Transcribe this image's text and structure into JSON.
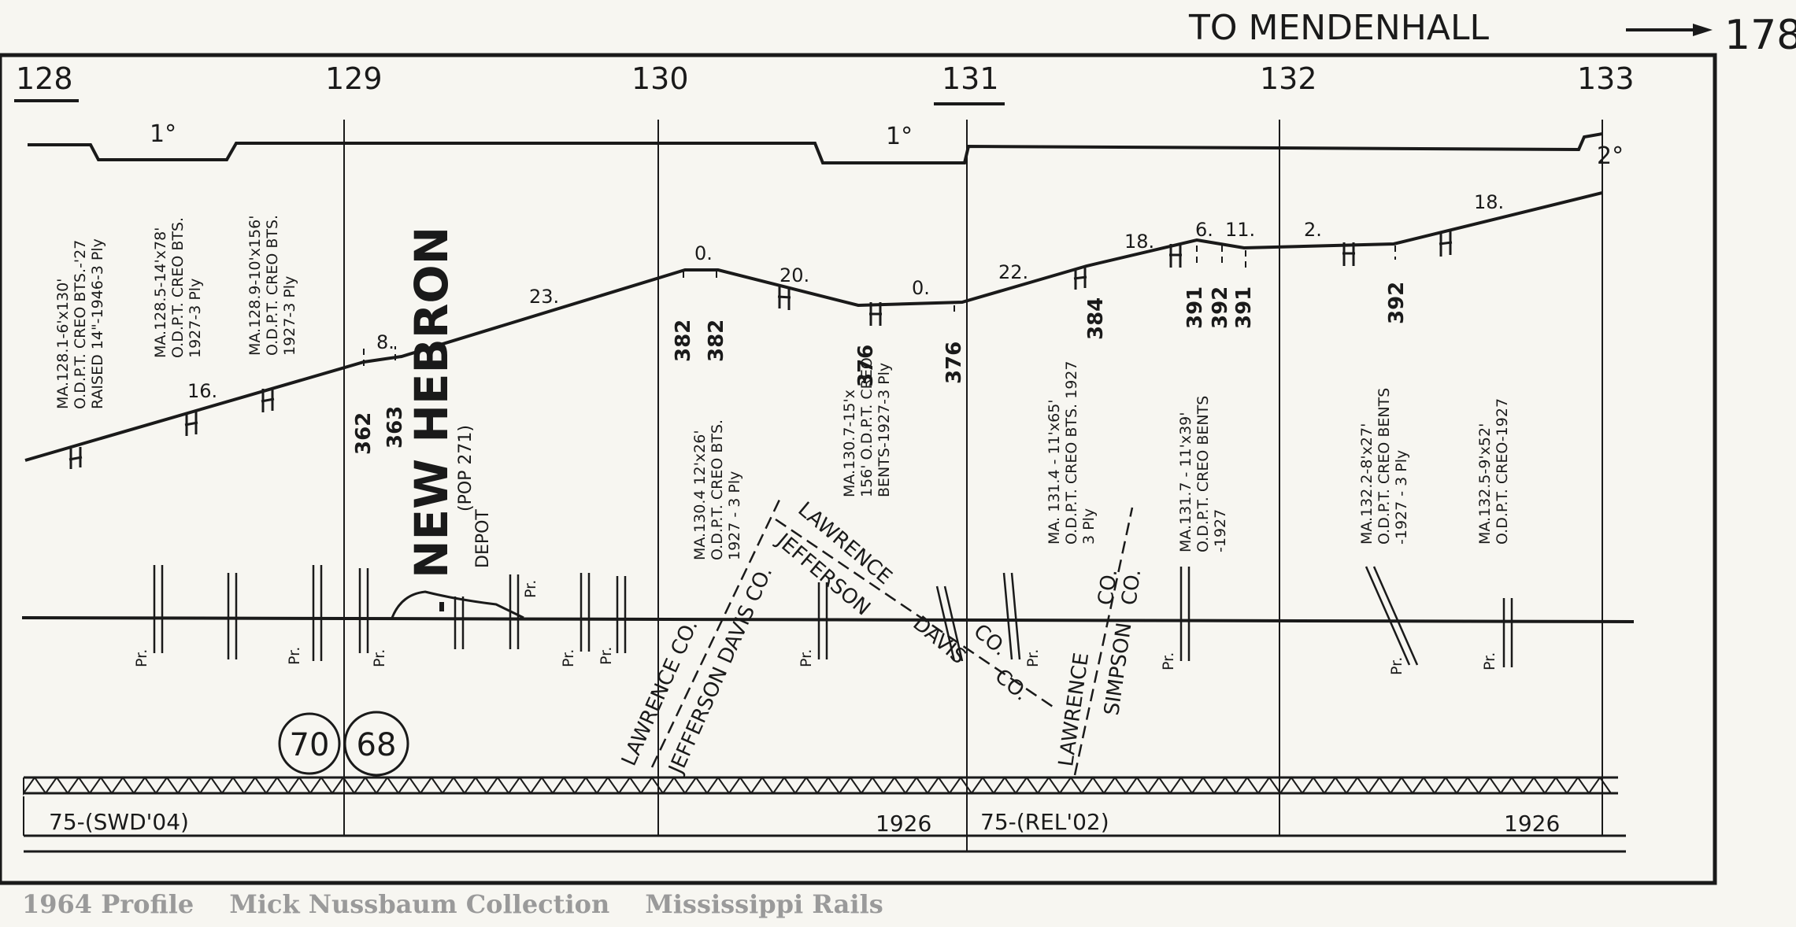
{
  "header": {
    "direction_label": "TO MENDENHALL",
    "arrow_number": "178"
  },
  "mileposts": [
    "128",
    "129",
    "130",
    "131",
    "132",
    "133"
  ],
  "curvature": {
    "c1": "1°",
    "c2": "1°",
    "c3": "2°"
  },
  "grades": {
    "g1": "16.",
    "g2": "8.",
    "g3": "23.",
    "g4": "0.",
    "g5": "20.",
    "g6": "0.",
    "g7": "22.",
    "g8": "18.",
    "g9": "6.",
    "g10": "11.",
    "g11": "2.",
    "g12": "18."
  },
  "elevations": {
    "e1": "362",
    "e2": "363",
    "e3": "382",
    "e4": "382",
    "e5": "376",
    "e6": "376",
    "e7": "384",
    "e8": "391",
    "e9": "392",
    "e10": "391",
    "e11": "392"
  },
  "bridges": {
    "b1": [
      "MA.128.1-6'x130'",
      "O.D.P.T. CREO BTS.-'27",
      "RAISED 14\"-1946-3 Ply"
    ],
    "b2": [
      "MA.128.5-14'x78'",
      "O.D.P.T. CREO BTS.",
      "1927-3 Ply"
    ],
    "b3": [
      "MA.128.9-10'x156'",
      "O.D.P.T. CREO BTS.",
      "1927-3 Ply"
    ],
    "b4": [
      "MA.130.4 12'x26'",
      "O.D.P.T. CREO BTS.",
      "1927 - 3 Ply"
    ],
    "b5": [
      "MA.130.7-15'x",
      "156' O.D.P.T. CREO",
      "BENTS-1927-3 Ply"
    ],
    "b6": [
      "MA. 131.4 - 11'x65'",
      "O.D.P.T. CREO BTS. 1927",
      "3 Ply"
    ],
    "b7": [
      "MA.131.7 - 11'x39'",
      "O.D.P.T. CREO BENTS",
      "-1927"
    ],
    "b8": [
      "MA.132.2-8'x27'",
      "O.D.P.T. CREO BENTS",
      "-1927 - 3 Ply"
    ],
    "b9": [
      "MA.132.5-9'x52'",
      "O.D.P.T. CREO-1927"
    ]
  },
  "station": {
    "name": "NEW HEBRON",
    "pop": "(POP 271)",
    "depot": "DEPOT"
  },
  "crossing_mark": "Pr.",
  "counties": {
    "lawrence": "LAWRENCE CO.",
    "jefferson_davis": "JEFFERSON DAVIS CO.",
    "lawrence_b": "LAWRENCE",
    "jefferson_b": "JEFFERSON",
    "davis_b": "DAVIS",
    "co": "CO.",
    "co2": "CO.",
    "lawrence_c": "LAWRENCE",
    "simpson": "SIMPSON",
    "co3": "CO.",
    "co4": "CO."
  },
  "highways": [
    "70",
    "68"
  ],
  "rail": {
    "r1": "75-(SWD'04)",
    "r2": "1926",
    "r3": "75-(REL'02)",
    "r4": "1926"
  },
  "credit": {
    "c1": "1964 Profile",
    "c2": "Mick Nussbaum Collection",
    "c3": "Mississippi Rails"
  }
}
